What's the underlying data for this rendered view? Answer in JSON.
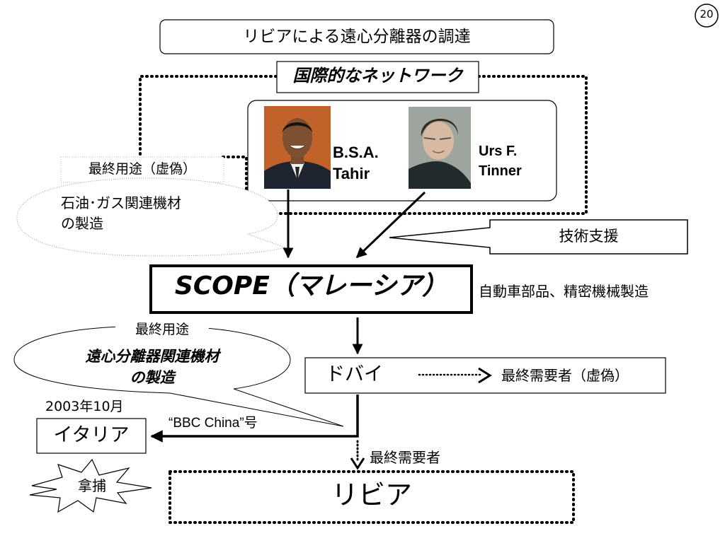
{
  "page_number": "20",
  "title": "リビアによる遠心分離器の調達",
  "network": {
    "label": "国際的なネットワーク",
    "persons": [
      {
        "name_line1": "B.S.A.",
        "name_line2": "Tahir",
        "photo": "portrait-photo"
      },
      {
        "name_line1": "Urs F.",
        "name_line2": "Tinner",
        "photo": "portrait-photo"
      }
    ]
  },
  "false_end_use": {
    "label": "最終用途（虚偽）",
    "line1": "石油･ガス関連機材",
    "line2": "の製造"
  },
  "tech_support": "技術支援",
  "scope": {
    "label": "SCOPE（マレーシア）",
    "desc": "自動車部品、精密機械製造"
  },
  "end_use": {
    "label": "最終用途",
    "line1": "遠心分離器関連機材",
    "line2": "の製造"
  },
  "dubai": {
    "label": "ドバイ",
    "dest": "最終需要者（虚偽）"
  },
  "italy": {
    "date": "2003年10月",
    "label": "イタリア",
    "ship": "“BBC China”号"
  },
  "seizure": "拿捕",
  "final_user": "最終需要者",
  "libya": "リビア"
}
